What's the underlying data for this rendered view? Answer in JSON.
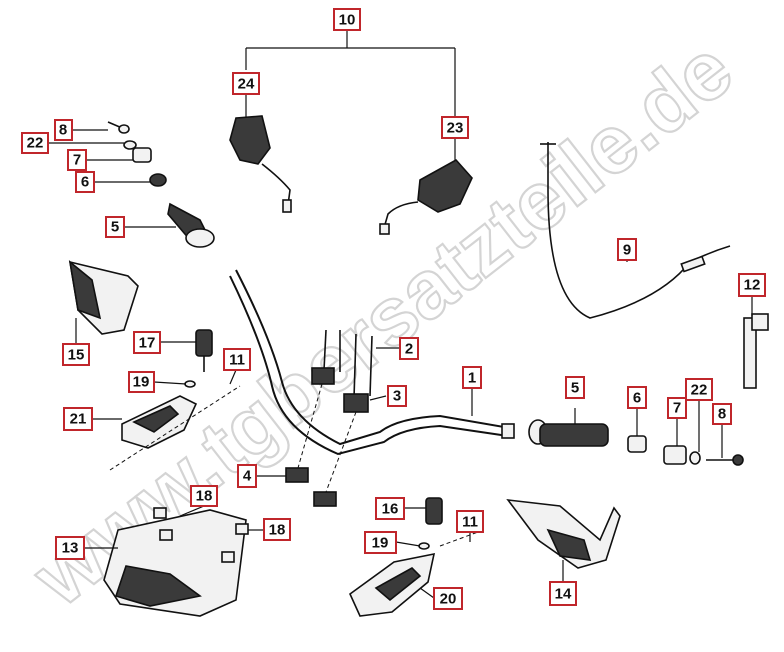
{
  "watermark": "www.tgbersatzteile.de",
  "callouts": [
    {
      "id": "c10",
      "label": "10"
    },
    {
      "id": "c24",
      "label": "24"
    },
    {
      "id": "c23",
      "label": "23"
    },
    {
      "id": "c8a",
      "label": "8"
    },
    {
      "id": "c22a",
      "label": "22"
    },
    {
      "id": "c7a",
      "label": "7"
    },
    {
      "id": "c6a",
      "label": "6"
    },
    {
      "id": "c5a",
      "label": "5"
    },
    {
      "id": "c9",
      "label": "9"
    },
    {
      "id": "c12",
      "label": "12"
    },
    {
      "id": "c15",
      "label": "15"
    },
    {
      "id": "c17",
      "label": "17"
    },
    {
      "id": "c11a",
      "label": "11"
    },
    {
      "id": "c19a",
      "label": "19"
    },
    {
      "id": "c21",
      "label": "21"
    },
    {
      "id": "c2",
      "label": "2"
    },
    {
      "id": "c3",
      "label": "3"
    },
    {
      "id": "c1",
      "label": "1"
    },
    {
      "id": "c5b",
      "label": "5"
    },
    {
      "id": "c6b",
      "label": "6"
    },
    {
      "id": "c7b",
      "label": "7"
    },
    {
      "id": "c22b",
      "label": "22"
    },
    {
      "id": "c8b",
      "label": "8"
    },
    {
      "id": "c4",
      "label": "4"
    },
    {
      "id": "c18a",
      "label": "18"
    },
    {
      "id": "c18b",
      "label": "18"
    },
    {
      "id": "c13",
      "label": "13"
    },
    {
      "id": "c16",
      "label": "16"
    },
    {
      "id": "c11b",
      "label": "11"
    },
    {
      "id": "c19b",
      "label": "19"
    },
    {
      "id": "c20",
      "label": "20"
    },
    {
      "id": "c14",
      "label": "14"
    }
  ]
}
